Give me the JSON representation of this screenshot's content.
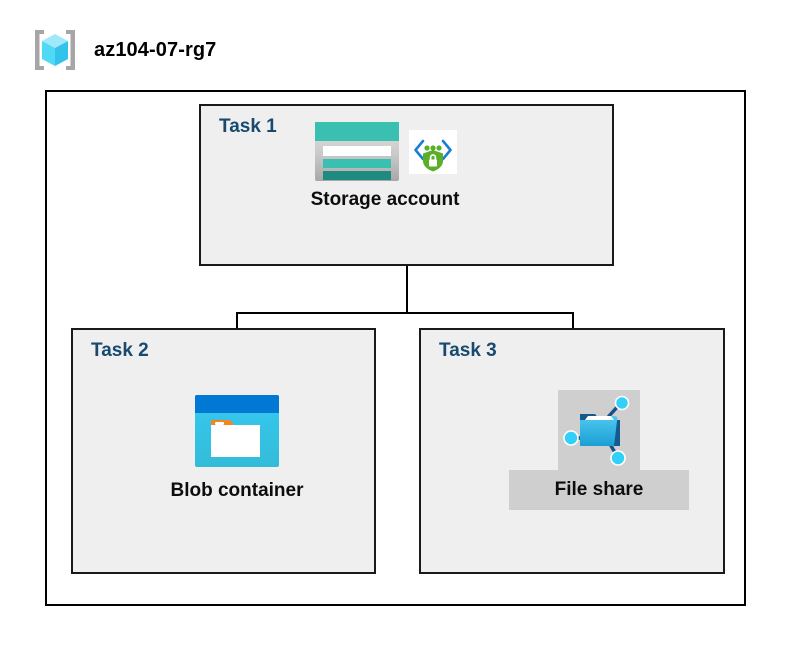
{
  "header": {
    "icon": "resource-group-icon",
    "title": "az104-07-rg7"
  },
  "container": {
    "name": "resource-group-container",
    "border_color": "#000000",
    "fill": "#ffffff"
  },
  "palette": {
    "task_label_color": "#18496f",
    "panel_fill": "#efefef",
    "panel_border": "#1a1a1a",
    "plate_fill": "#cfcfcf",
    "caption_color": "#0d0d0d",
    "connector_color": "#000000",
    "azure_blue": "#0078d4",
    "cyan": "#32c8f0",
    "teal": "#3ac0b0",
    "teal_dark": "#1f8a80",
    "orange": "#f5851f",
    "green": "#5aaf28"
  },
  "tasks": [
    {
      "label": "Task 1",
      "node": {
        "caption": "Storage account",
        "icon": "storage-account-icon",
        "badge_icon": "secure-endpoint-icon"
      }
    },
    {
      "label": "Task 2",
      "node": {
        "caption": "Blob container",
        "icon": "blob-container-icon"
      }
    },
    {
      "label": "Task 3",
      "node": {
        "caption": "File share",
        "icon": "file-share-icon"
      }
    }
  ],
  "connectors": [
    {
      "name": "storage-to-bus-trunk",
      "from": "Task 1",
      "to": "bus"
    },
    {
      "name": "bus-to-blob-container",
      "from": "bus",
      "to": "Task 2"
    },
    {
      "name": "bus-to-file-share",
      "from": "bus",
      "to": "Task 3"
    }
  ]
}
